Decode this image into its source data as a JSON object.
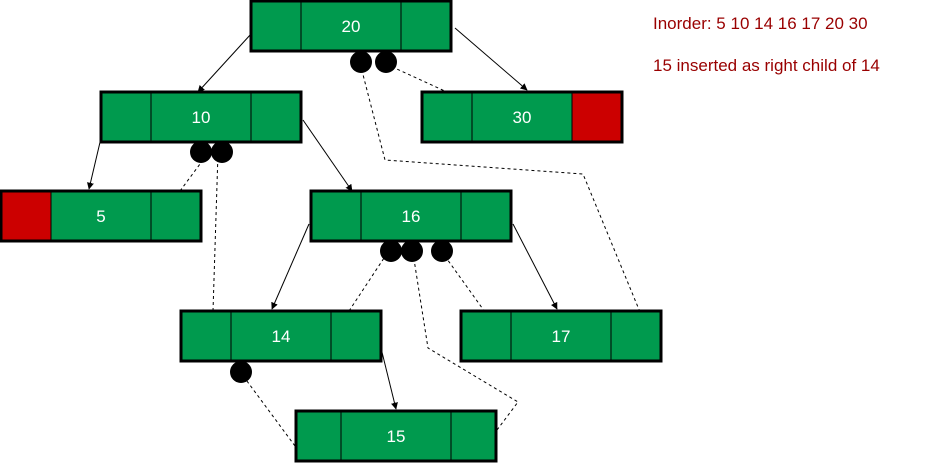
{
  "notes": {
    "inorder": "Inorder: 5 10 14 16 17 20 30",
    "insertion": "15 inserted as right child of 14"
  },
  "tree": {
    "nodes": [
      {
        "id": "n20",
        "key": "20",
        "left_flag": false,
        "right_flag": false
      },
      {
        "id": "n10",
        "key": "10",
        "left_flag": false,
        "right_flag": false
      },
      {
        "id": "n30",
        "key": "30",
        "left_flag": false,
        "right_flag": true
      },
      {
        "id": "n5",
        "key": "5",
        "left_flag": true,
        "right_flag": false
      },
      {
        "id": "n16",
        "key": "16",
        "left_flag": false,
        "right_flag": false
      },
      {
        "id": "n14",
        "key": "14",
        "left_flag": false,
        "right_flag": false
      },
      {
        "id": "n17",
        "key": "17",
        "left_flag": false,
        "right_flag": false
      },
      {
        "id": "n15",
        "key": "15",
        "left_flag": false,
        "right_flag": false
      }
    ],
    "child_links": [
      {
        "from": "n20",
        "to": "n10"
      },
      {
        "from": "n20",
        "to": "n30"
      },
      {
        "from": "n10",
        "to": "n5"
      },
      {
        "from": "n10",
        "to": "n16"
      },
      {
        "from": "n16",
        "to": "n14"
      },
      {
        "from": "n16",
        "to": "n17"
      },
      {
        "from": "n14",
        "to": "n15"
      }
    ],
    "thread_links": [
      {
        "from": "n30",
        "to": "n20"
      },
      {
        "from": "n17",
        "to": "n20"
      },
      {
        "from": "n5",
        "to": "n10"
      },
      {
        "from": "n14",
        "to": "n10"
      },
      {
        "from": "n14",
        "to": "n16"
      },
      {
        "from": "n15",
        "to": "n16"
      },
      {
        "from": "n17",
        "to": "n16"
      },
      {
        "from": "n15",
        "to": "n14"
      }
    ]
  },
  "colors": {
    "node_fill": "#009a4e",
    "flag_fill": "#cc0000",
    "note_text": "#990000"
  }
}
